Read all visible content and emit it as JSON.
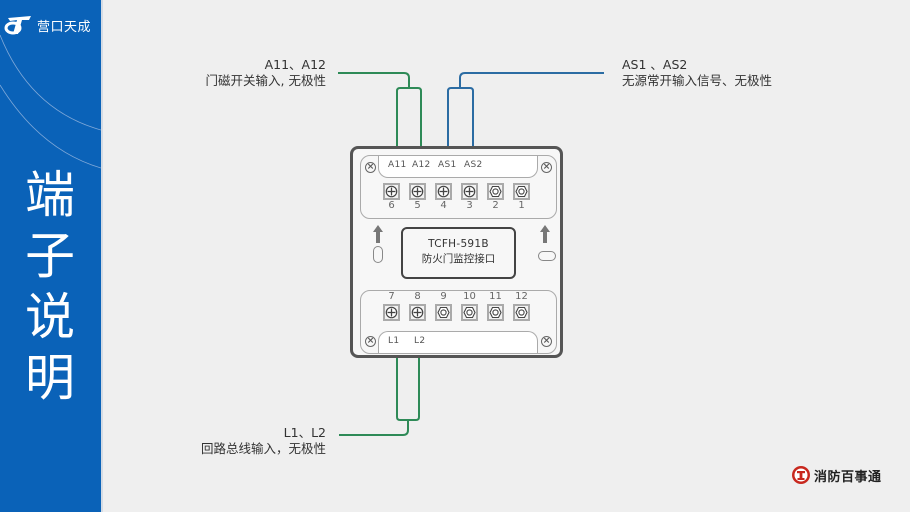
{
  "brand": {
    "name": "营口天成",
    "logo_icon": "tc-logo-icon"
  },
  "sidebar": {
    "title_chars": [
      "端",
      "子",
      "说",
      "明"
    ]
  },
  "labels": {
    "a11_a12": {
      "title": "A11、A12",
      "desc": "门磁开关输入, 无极性"
    },
    "as1_as2": {
      "title": "AS1 、AS2",
      "desc": "无源常开输入信号、无极性"
    },
    "l1_l2": {
      "title": "L1、L2",
      "desc": "回路总线输入，无极性"
    }
  },
  "device": {
    "model": "TCFH-591B",
    "description": "防火门监控接口",
    "top_strip_labels": [
      "A11",
      "A12",
      "AS1",
      "AS2"
    ],
    "bottom_strip_labels": [
      "L1",
      "L2"
    ],
    "top_terminals": [
      {
        "number": "6",
        "type": "cross"
      },
      {
        "number": "5",
        "type": "cross"
      },
      {
        "number": "4",
        "type": "cross"
      },
      {
        "number": "3",
        "type": "cross"
      },
      {
        "number": "2",
        "type": "hex"
      },
      {
        "number": "1",
        "type": "hex"
      }
    ],
    "bottom_terminals": [
      {
        "number": "7",
        "type": "cross"
      },
      {
        "number": "8",
        "type": "cross"
      },
      {
        "number": "9",
        "type": "hex"
      },
      {
        "number": "10",
        "type": "hex"
      },
      {
        "number": "11",
        "type": "hex"
      },
      {
        "number": "12",
        "type": "hex"
      }
    ]
  },
  "colors": {
    "sidebar_blue": "#0a62b8",
    "wire_green": "#2e8a57",
    "wire_blue": "#2b6ca3",
    "footer_red": "#c8281e"
  },
  "footer": {
    "brand_name": "消防百事通",
    "logo_icon": "fire-hydrant-icon"
  }
}
